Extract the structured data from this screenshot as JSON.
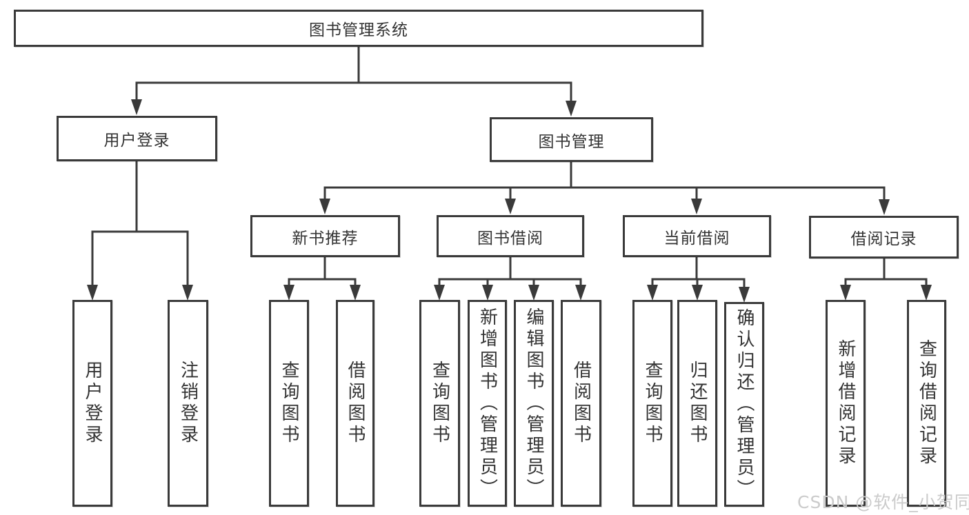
{
  "colors": {
    "line": "#3a3a3a",
    "text": "#333333",
    "box_bg": "#ffffff",
    "watermark": "#cbcbcb"
  },
  "diagram": {
    "root": "图书管理系统",
    "branches": {
      "user_login": "用户登录",
      "book_management": "图书管理"
    },
    "modules": {
      "new_book_recommend": "新书推荐",
      "book_borrow": "图书借阅",
      "current_borrow": "当前借阅",
      "borrow_records": "借阅记录"
    },
    "leaves": {
      "user_login": "用户登录",
      "logout": "注销登录",
      "nb_query_books": "查询图书",
      "nb_borrow_books": "借阅图书",
      "bb_query_books": "查询图书",
      "bb_add_books": "新增图书（管理员）",
      "bb_edit_books": "编辑图书（管理员）",
      "bb_borrow_books": "借阅图书",
      "cb_query_books": "查询图书",
      "cb_return_books": "归还图书",
      "cb_confirm_return": "确认归还（管理员）",
      "br_add_record": "新增借阅记录",
      "br_query_record": "查询借阅记录"
    }
  },
  "watermark": "CSDN @软件_小贺同学"
}
